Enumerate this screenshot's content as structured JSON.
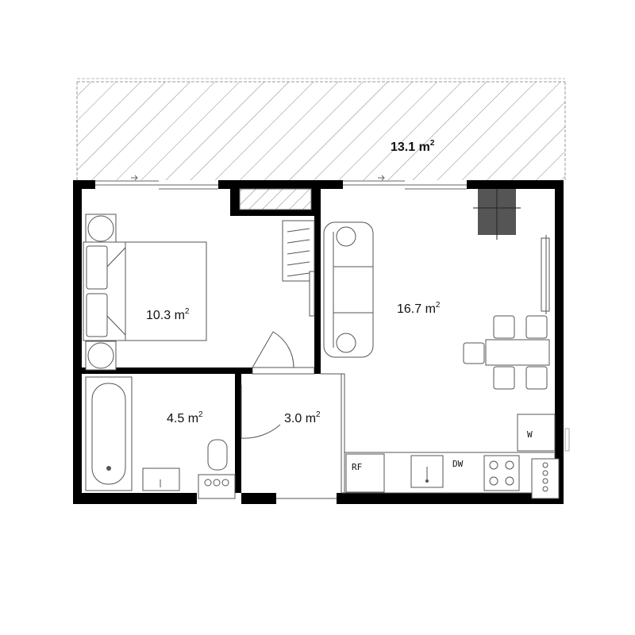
{
  "rooms": {
    "balcony": {
      "area": "13.1 m",
      "sup": "2"
    },
    "bedroom": {
      "area": "10.3 m",
      "sup": "2"
    },
    "living": {
      "area": "16.7 m",
      "sup": "2"
    },
    "bathroom": {
      "area": "4.5 m",
      "sup": "2"
    },
    "hall": {
      "area": "3.0 m",
      "sup": "2"
    }
  },
  "appliances": {
    "fridge": "RF",
    "dishwasher": "DW",
    "washer": "W"
  }
}
